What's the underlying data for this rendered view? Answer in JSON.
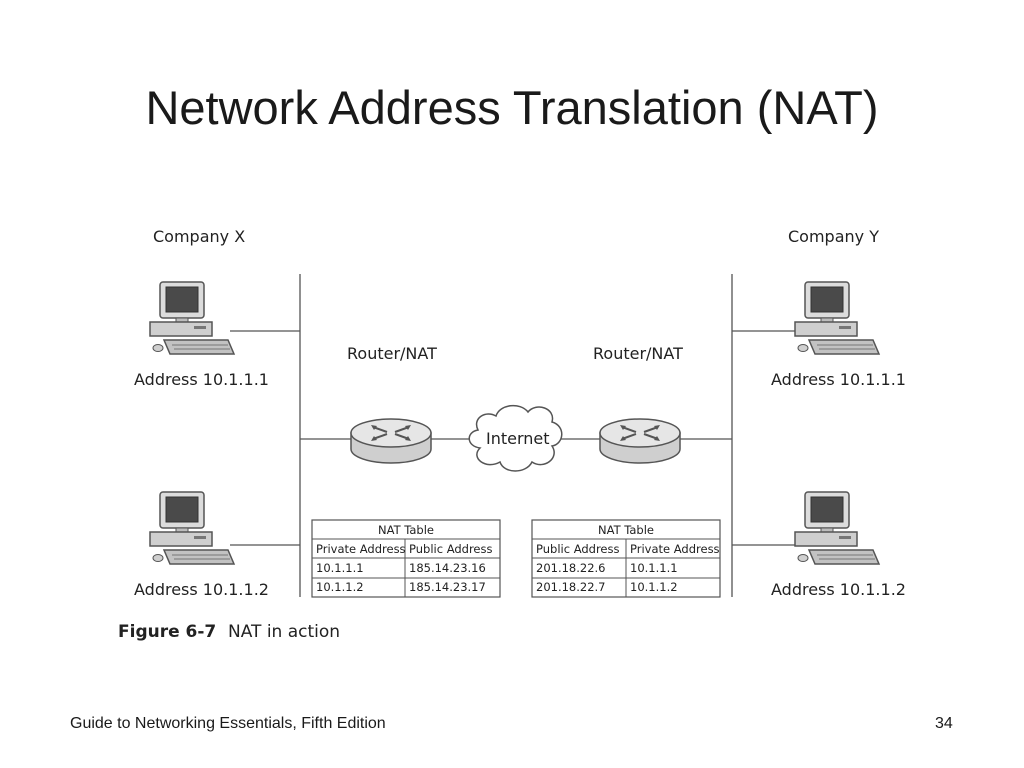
{
  "slide": {
    "title": "Network Address Translation (NAT)",
    "footer": "Guide to Networking Essentials, Fifth Edition",
    "page_number": "34"
  },
  "diagram": {
    "company_x": "Company X",
    "company_y": "Company Y",
    "router_label_left": "Router/NAT",
    "router_label_right": "Router/NAT",
    "internet_label": "Internet",
    "computers": {
      "x_top": "Address 10.1.1.1",
      "x_bottom": "Address 10.1.1.2",
      "y_top": "Address 10.1.1.1",
      "y_bottom": "Address 10.1.1.2"
    },
    "nat_table_left": {
      "title": "NAT Table",
      "headers": [
        "Private Address",
        "Public Address"
      ],
      "rows": [
        [
          "10.1.1.1",
          "185.14.23.16"
        ],
        [
          "10.1.1.2",
          "185.14.23.17"
        ]
      ]
    },
    "nat_table_right": {
      "title": "NAT Table",
      "headers": [
        "Public Address",
        "Private Address"
      ],
      "rows": [
        [
          "201.18.22.6",
          "10.1.1.1"
        ],
        [
          "201.18.22.7",
          "10.1.1.2"
        ]
      ]
    },
    "caption": {
      "figure": "Figure 6-7",
      "text": "NAT in action"
    }
  }
}
